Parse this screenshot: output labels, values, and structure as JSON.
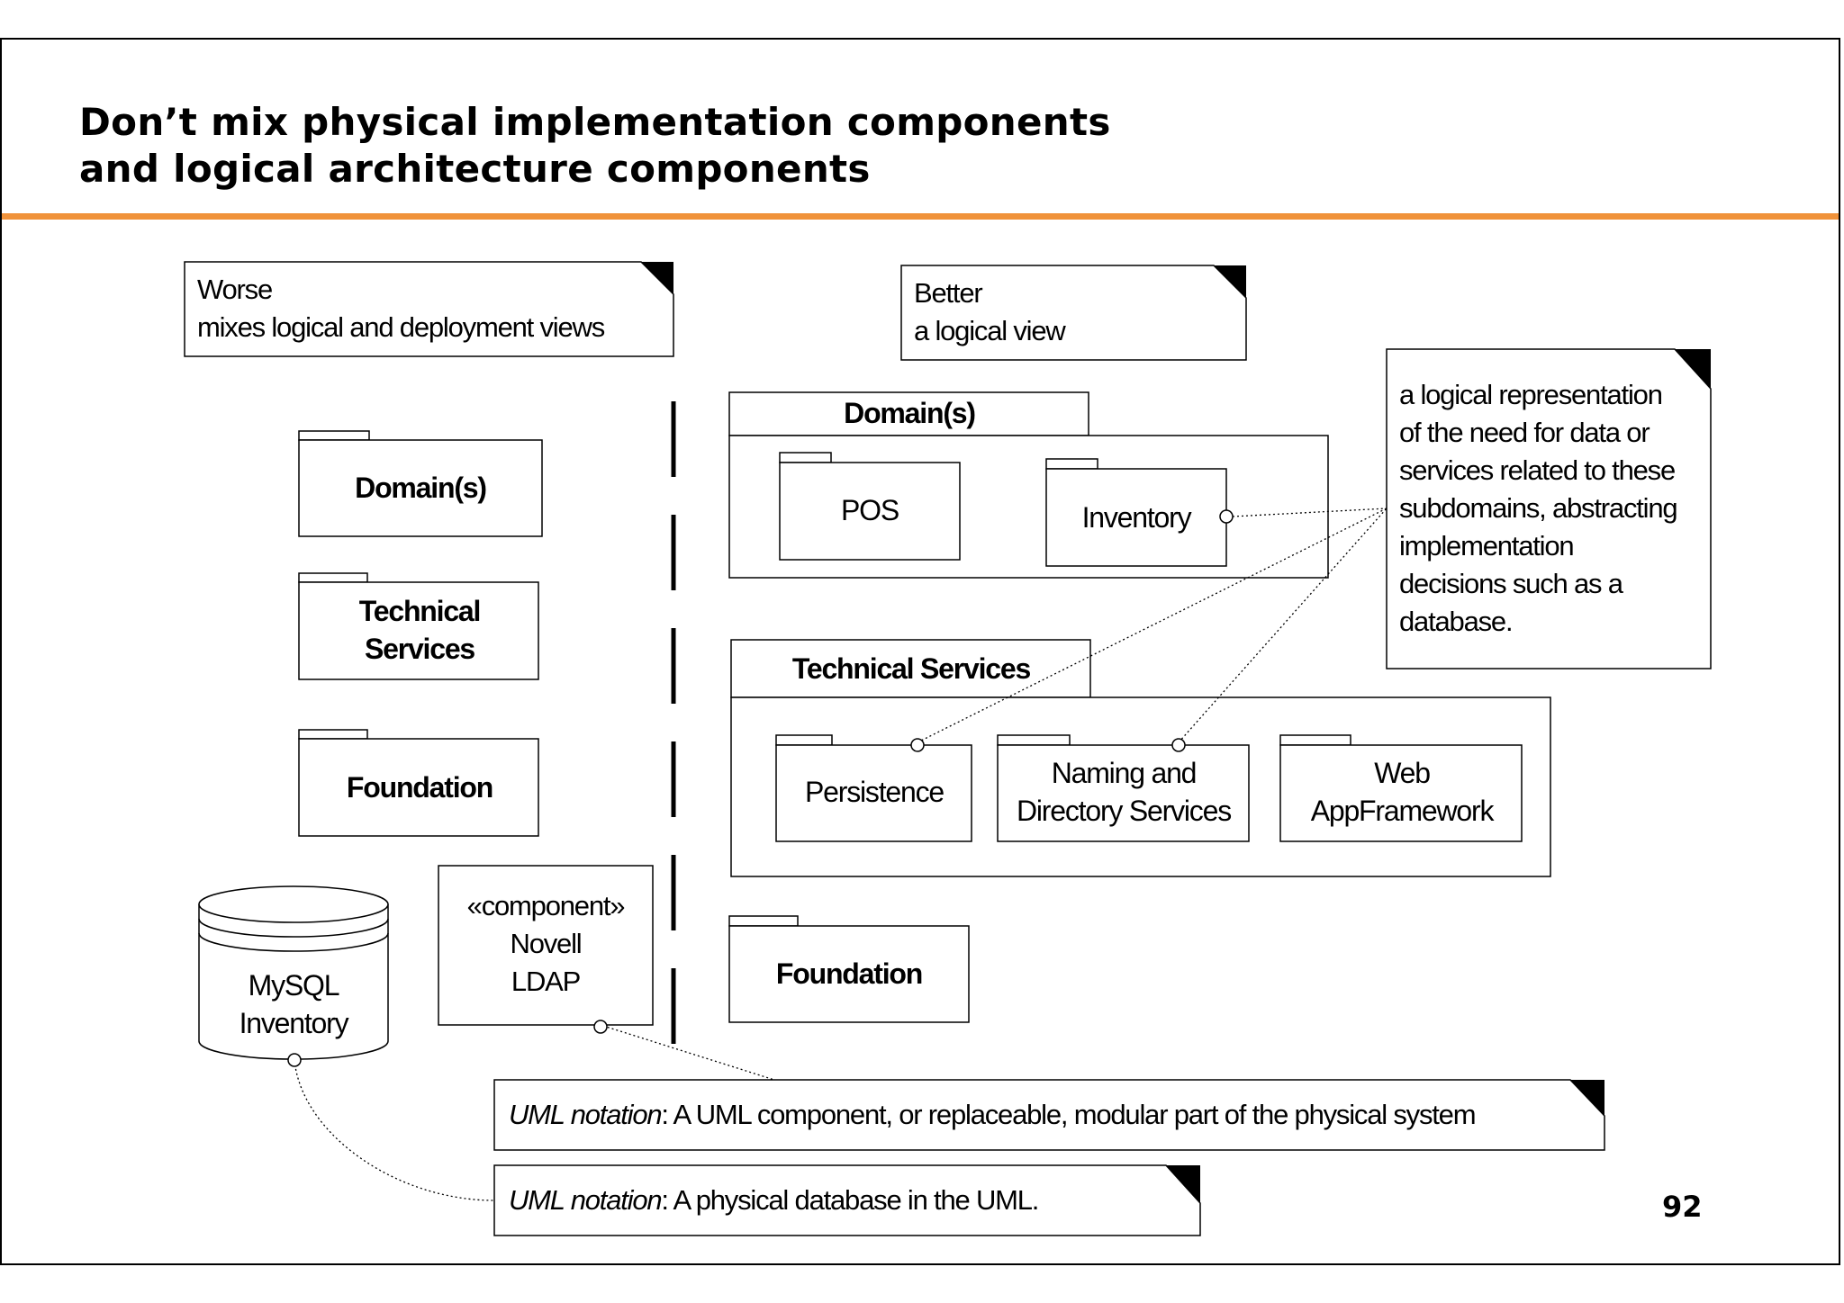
{
  "slide": {
    "title_line1": "Don’t mix physical implementation components",
    "title_line2": "and logical architecture components",
    "page_number": "92",
    "accent_color": "#f0923a"
  },
  "notes": {
    "worse": {
      "line1": "Worse",
      "line2": "mixes logical and deployment views"
    },
    "better": {
      "line1": "Better",
      "line2": "a logical view"
    },
    "logical_rep": [
      "a logical representation",
      "of the need for data or",
      "services related to these",
      "subdomains, abstracting",
      "implementation",
      "decisions such as a",
      "database."
    ],
    "uml_component": {
      "italic": "UML notation",
      "text": ": A UML component, or replaceable, modular part of the physical system"
    },
    "uml_database": {
      "italic": "UML notation",
      "text": ": A physical database in the UML."
    }
  },
  "left": {
    "domains": "Domain(s)",
    "technical_services": [
      "Technical",
      "Services"
    ],
    "foundation": "Foundation",
    "database": [
      "MySQL",
      "Inventory"
    ],
    "component": [
      "«component»",
      "Novell",
      "LDAP"
    ]
  },
  "right": {
    "domains": "Domain(s)",
    "pos": "POS",
    "inventory": "Inventory",
    "technical_services": "Technical Services",
    "persistence": "Persistence",
    "naming": [
      "Naming and",
      "Directory Services"
    ],
    "web": [
      "Web",
      "AppFramework"
    ],
    "foundation": "Foundation"
  }
}
